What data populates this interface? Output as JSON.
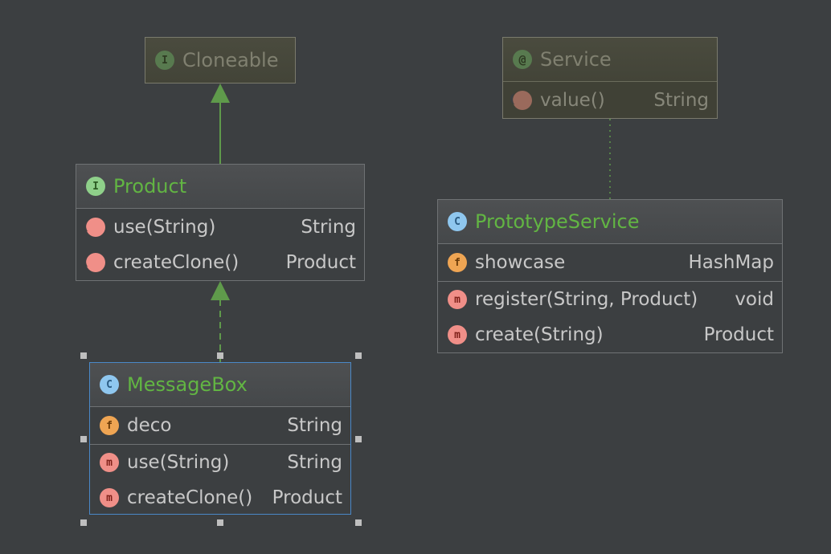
{
  "cloneable": {
    "icon": "I",
    "name": "Cloneable"
  },
  "service": {
    "icon": "@",
    "name": "Service",
    "methods": [
      {
        "name": "value()",
        "type": "String"
      }
    ]
  },
  "product": {
    "icon": "I",
    "name": "Product",
    "methods": [
      {
        "name": "use(String)",
        "type": "String"
      },
      {
        "name": "createClone()",
        "type": "Product"
      }
    ]
  },
  "prototype_service": {
    "icon": "C",
    "name": "PrototypeService",
    "fields": [
      {
        "icon": "f",
        "name": "showcase",
        "type": "HashMap"
      }
    ],
    "methods": [
      {
        "icon": "m",
        "name": "register(String, Product)",
        "type": "void"
      },
      {
        "icon": "m",
        "name": "create(String)",
        "type": "Product"
      }
    ]
  },
  "message_box": {
    "icon": "C",
    "name": "MessageBox",
    "fields": [
      {
        "icon": "f",
        "name": "deco",
        "type": "String"
      }
    ],
    "methods": [
      {
        "icon": "m",
        "name": "use(String)",
        "type": "String"
      },
      {
        "icon": "m",
        "name": "createClone()",
        "type": "Product"
      }
    ]
  },
  "colors": {
    "background": "#3c3f41",
    "edge": "#5f9a4b",
    "selection": "#4a88c7"
  }
}
